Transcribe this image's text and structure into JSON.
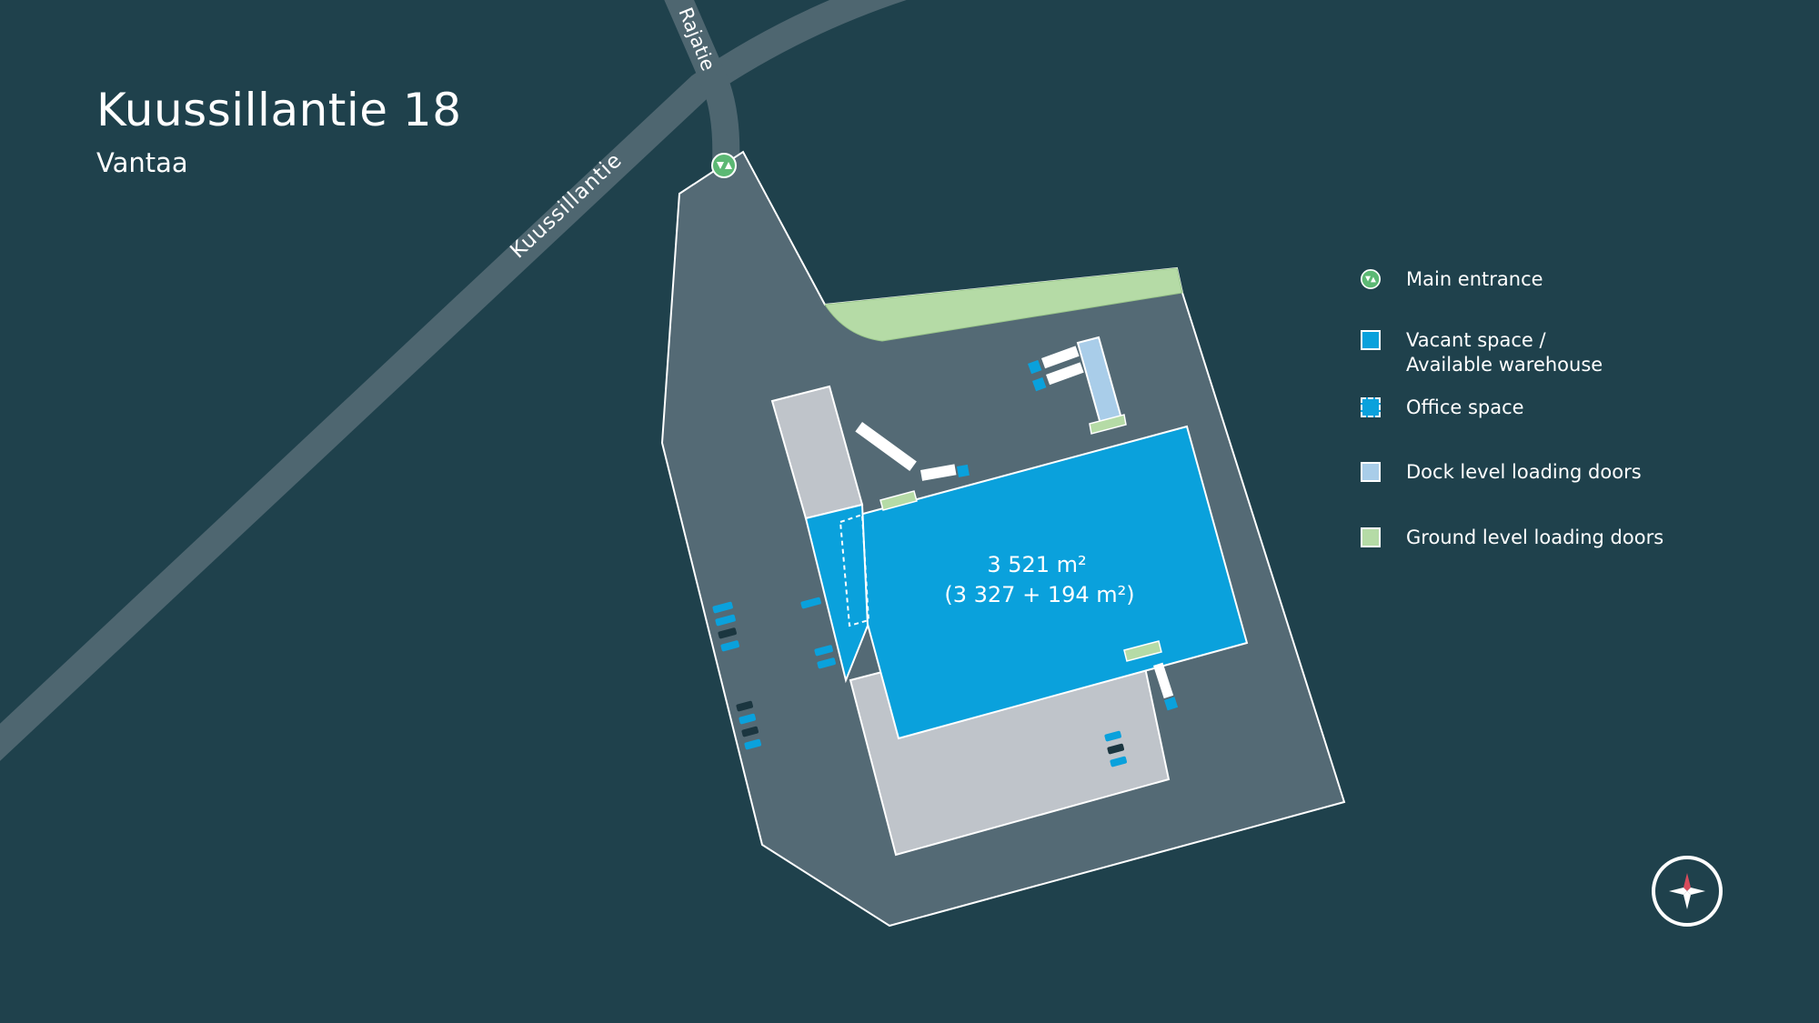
{
  "header": {
    "title": "Kuussillantie 18",
    "subtitle": "Vantaa"
  },
  "roads": [
    {
      "name": "Kuussillantie"
    },
    {
      "name": "Rajatie"
    }
  ],
  "building": {
    "area_total": "3 521 m²",
    "area_breakdown": "(3 327 + 194 m²)"
  },
  "legend": {
    "items": [
      {
        "label": "Main entrance",
        "icon": "entrance-icon",
        "color": "#5cb874"
      },
      {
        "label_line1": "Vacant space /",
        "label_line2": "Available warehouse",
        "icon": "vacant-space-swatch",
        "color": "#0aa1dc"
      },
      {
        "label": "Office space",
        "icon": "office-space-swatch",
        "color": "#0aa1dc"
      },
      {
        "label": "Dock level loading doors",
        "icon": "dock-door-swatch",
        "color": "#a9cde9"
      },
      {
        "label": "Ground level loading doors",
        "icon": "ground-door-swatch",
        "color": "#b5dba6"
      }
    ]
  },
  "colors": {
    "background": "#1f414c",
    "road": "#4e6670",
    "lot": "#546a75",
    "paved_area": "#bfc4ca",
    "warehouse": "#0aa1dc",
    "green_strip": "#b5dba6",
    "dock_door": "#a9cde9"
  },
  "compass": {
    "icon": "compass-icon"
  }
}
